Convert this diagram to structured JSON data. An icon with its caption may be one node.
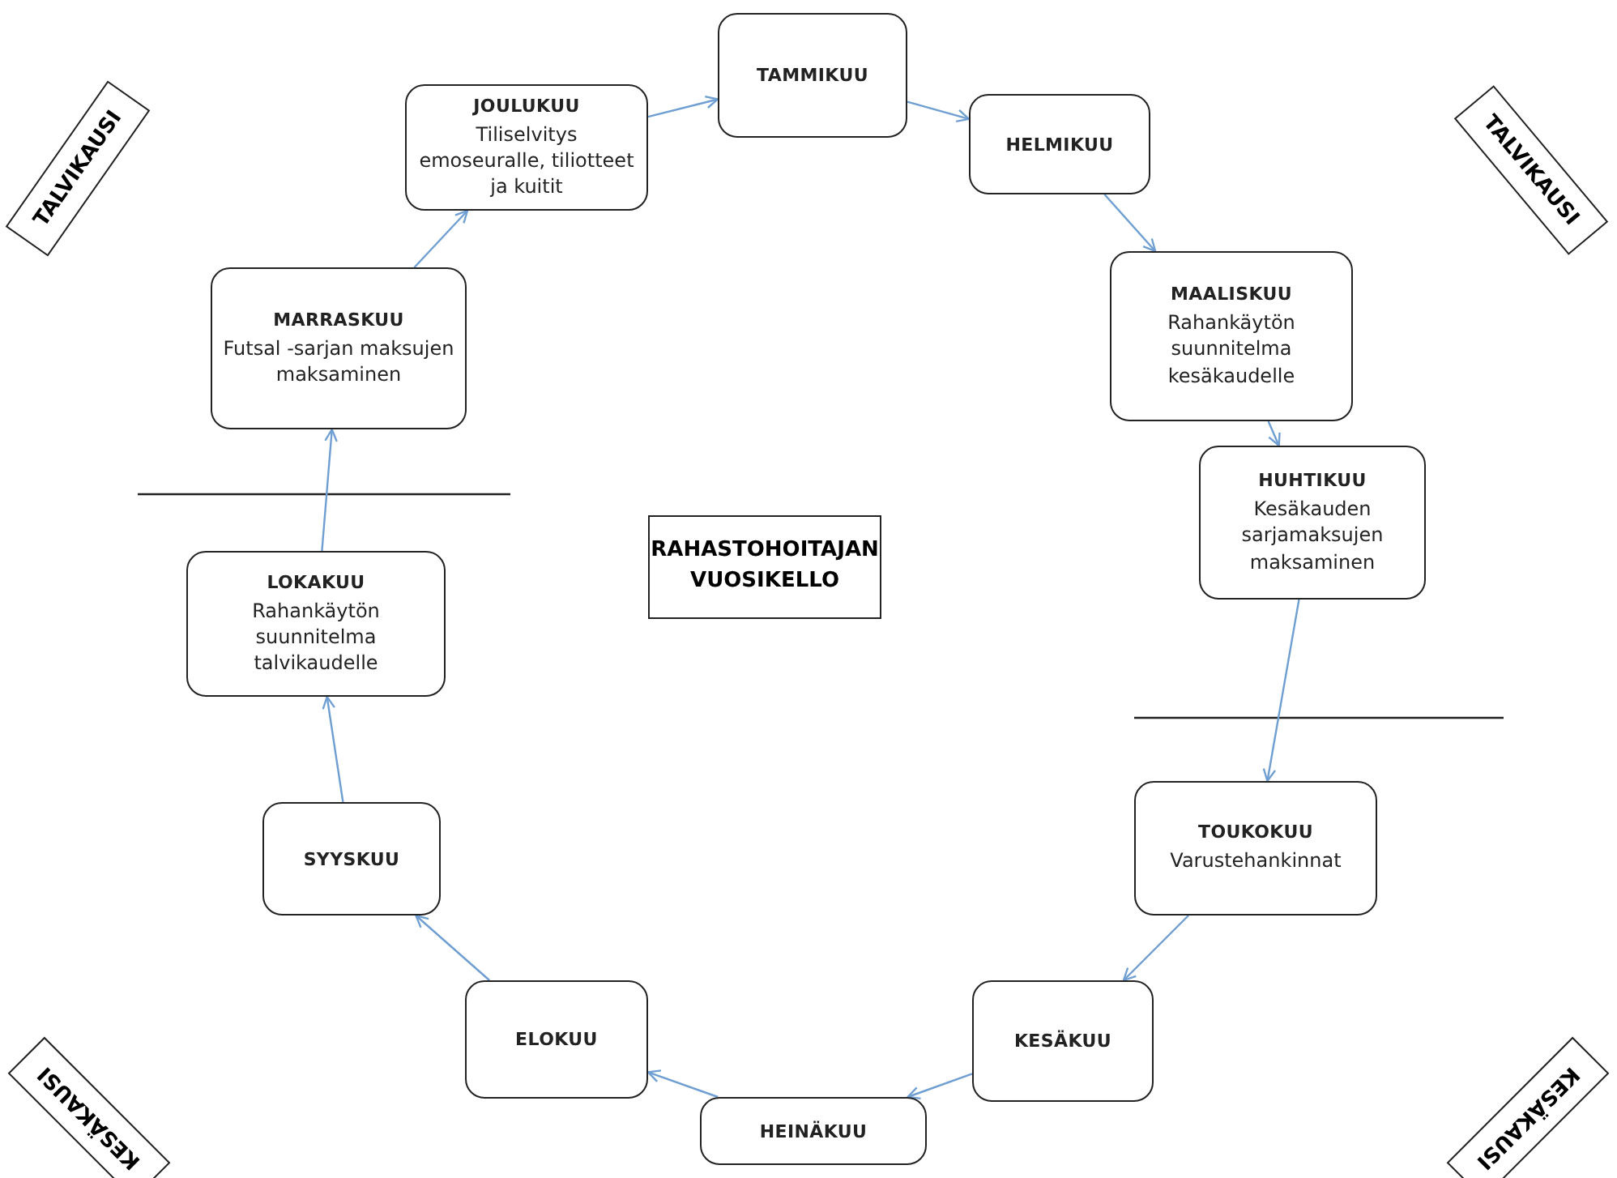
{
  "diagram": {
    "nodes": [
      {
        "text": [
          "TALVIKAUSI"
        ]
      },
      {
        "text": [
          "JOULUKUU",
          "Tiliselvitys emoseuralle, tiliotteet ja kuitit"
        ]
      },
      {
        "text": [
          "TAMMIKUU"
        ]
      },
      {
        "text": [
          "HELMIKUU"
        ]
      },
      {
        "text": [
          "TALVIKAUSI"
        ]
      },
      {
        "text": [
          "MAALISKUU",
          "Rahankäytön suunnitelma kesäkaudelle"
        ]
      },
      {
        "text": [
          "MARRASKUU",
          "Futsal -sarjan maksujen maksaminen"
        ]
      },
      {
        "text": [
          "HUHTIKUU",
          "Kesäkauden sarjamaksujen maksaminen"
        ]
      },
      {
        "text": [
          "RAHASTOHOITAJAN VUOSIKELLO"
        ]
      },
      {
        "text": [
          "LOKAKUU",
          "Rahankäytön suunnitelma talvikaudelle"
        ]
      },
      {
        "text": [
          "TOUKOKUU",
          "Varustehankinnat"
        ]
      },
      {
        "text": [
          "SYYSKUU"
        ]
      },
      {
        "text": [
          "KESÄKUU"
        ]
      },
      {
        "text": [
          "ELOKUU"
        ]
      },
      {
        "text": [
          "KESÄKAUSI"
        ]
      },
      {
        "text": [
          "HEINÄKUU"
        ]
      },
      {
        "text": [
          "KESÄKAUSI"
        ]
      }
    ],
    "edges": [
      {
        "from": 1,
        "to": 2,
        "arrow": "to"
      },
      {
        "from": 2,
        "to": 3,
        "arrow": "to"
      },
      {
        "from": 3,
        "to": 5,
        "arrow": "to"
      },
      {
        "from": 5,
        "to": 7,
        "arrow": "to"
      },
      {
        "from": 7,
        "to": 10,
        "arrow": "to"
      },
      {
        "from": 10,
        "to": 12,
        "arrow": "to"
      },
      {
        "from": 12,
        "to": 15,
        "arrow": "to"
      },
      {
        "from": 15,
        "to": 13,
        "arrow": "to"
      },
      {
        "from": 13,
        "to": 11,
        "arrow": "to"
      },
      {
        "from": 11,
        "to": 9,
        "arrow": "to"
      },
      {
        "from": 9,
        "to": 6,
        "arrow": "to"
      },
      {
        "from": 6,
        "to": 1,
        "arrow": "to"
      }
    ]
  }
}
